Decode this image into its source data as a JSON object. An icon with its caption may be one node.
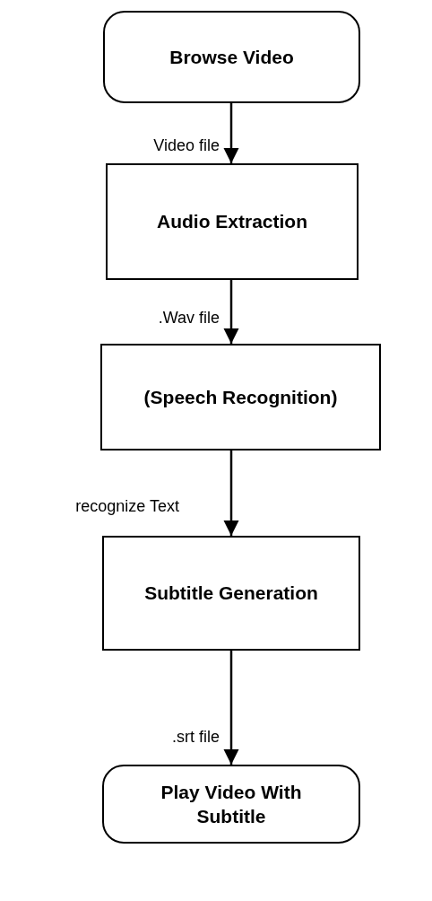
{
  "diagram": {
    "nodes": [
      {
        "text": [
          "Browse Video"
        ]
      },
      {
        "text": [
          "Audio Extraction"
        ]
      },
      {
        "text": [
          "(Speech Recognition)"
        ]
      },
      {
        "text": [
          "Subtitle Generation"
        ]
      },
      {
        "text": [
          "Play Video With Subtitle"
        ]
      }
    ],
    "edges": [
      {
        "from": 0,
        "to": 1,
        "arrow": "to",
        "label": "Video file"
      },
      {
        "from": 1,
        "to": 2,
        "arrow": "to",
        "label": ".Wav file"
      },
      {
        "from": 2,
        "to": 3,
        "arrow": "to",
        "label": "recognize Text"
      },
      {
        "from": 3,
        "to": 4,
        "arrow": "to",
        "label": ".srt file"
      }
    ]
  }
}
